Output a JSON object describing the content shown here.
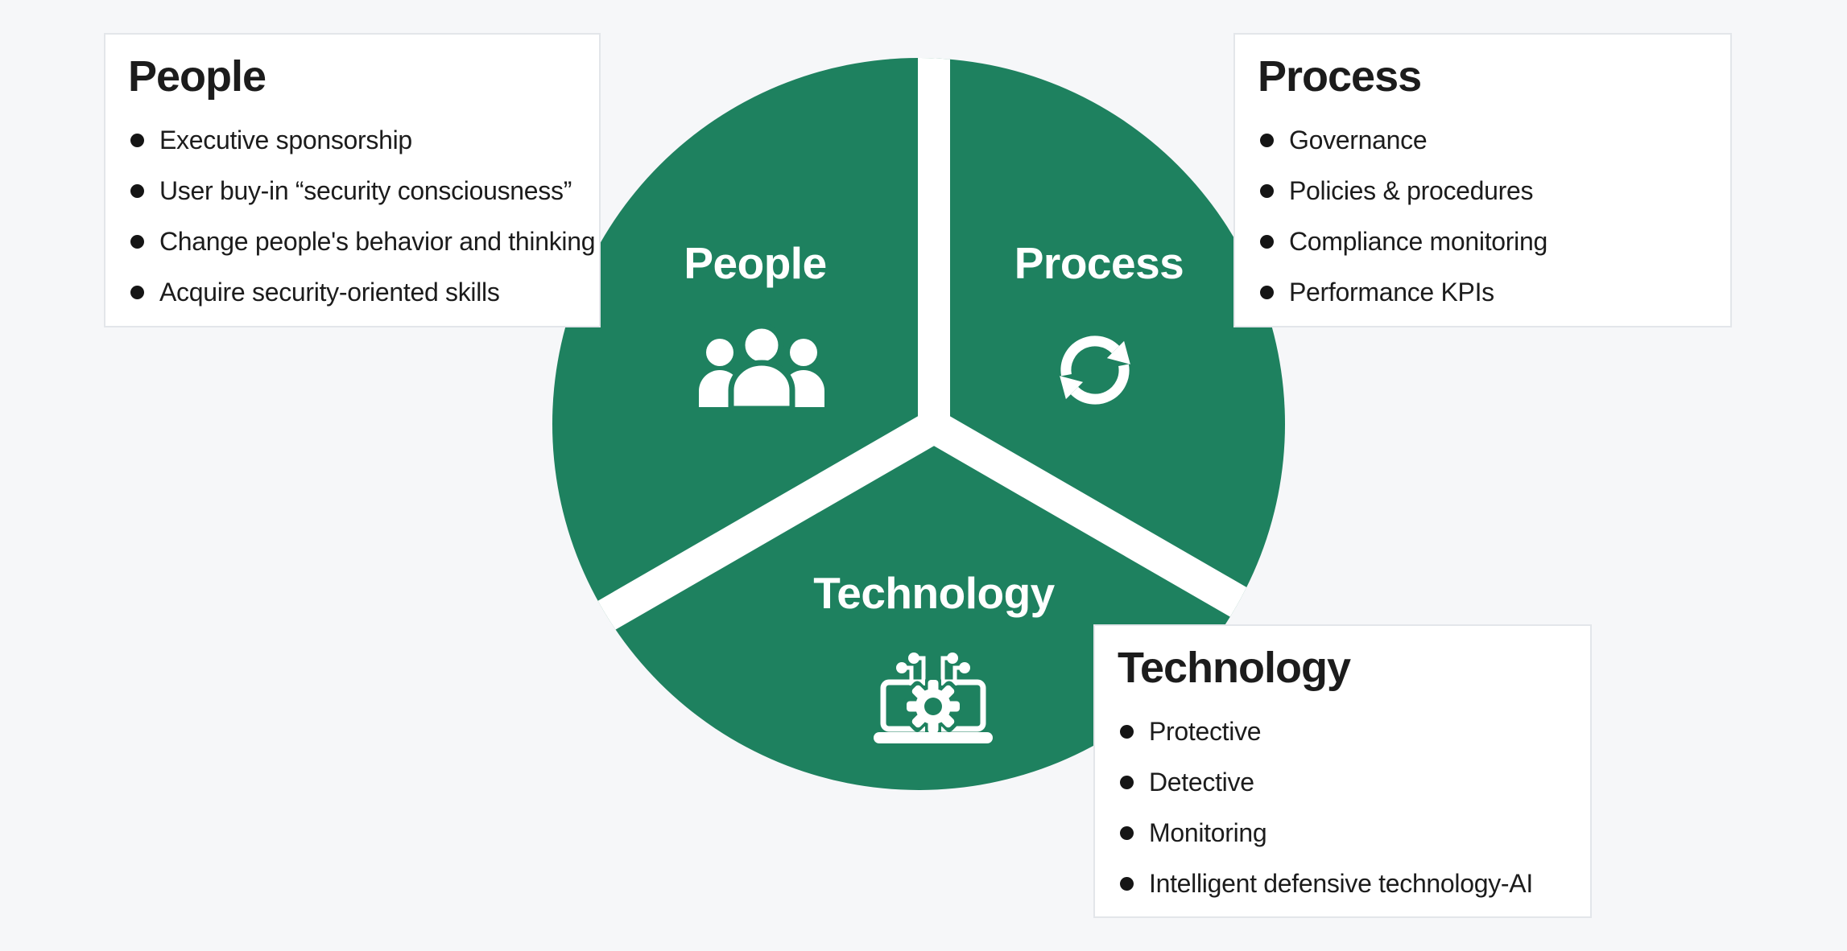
{
  "colors": {
    "green": "#1e815f",
    "background": "#f6f7f9",
    "card_border": "#e3e6ea",
    "text": "#1c1c1c",
    "white": "#ffffff"
  },
  "pie": {
    "segments": [
      {
        "id": "people",
        "label": "People",
        "icon": "people-group-icon"
      },
      {
        "id": "process",
        "label": "Process",
        "icon": "sync-arrows-icon"
      },
      {
        "id": "technology",
        "label": "Technology",
        "icon": "laptop-gear-icon"
      }
    ]
  },
  "cards": [
    {
      "id": "people",
      "title": "People",
      "bullets": [
        "Executive sponsorship",
        "User buy-in “security consciousness”",
        "Change people's behavior and thinking",
        "Acquire security-oriented skills"
      ]
    },
    {
      "id": "process",
      "title": "Process",
      "bullets": [
        "Governance",
        "Policies & procedures",
        "Compliance monitoring",
        "Performance KPIs"
      ]
    },
    {
      "id": "technology",
      "title": "Technology",
      "bullets": [
        "Protective",
        "Detective",
        "Monitoring",
        "Intelligent defensive technology-AI"
      ]
    }
  ]
}
